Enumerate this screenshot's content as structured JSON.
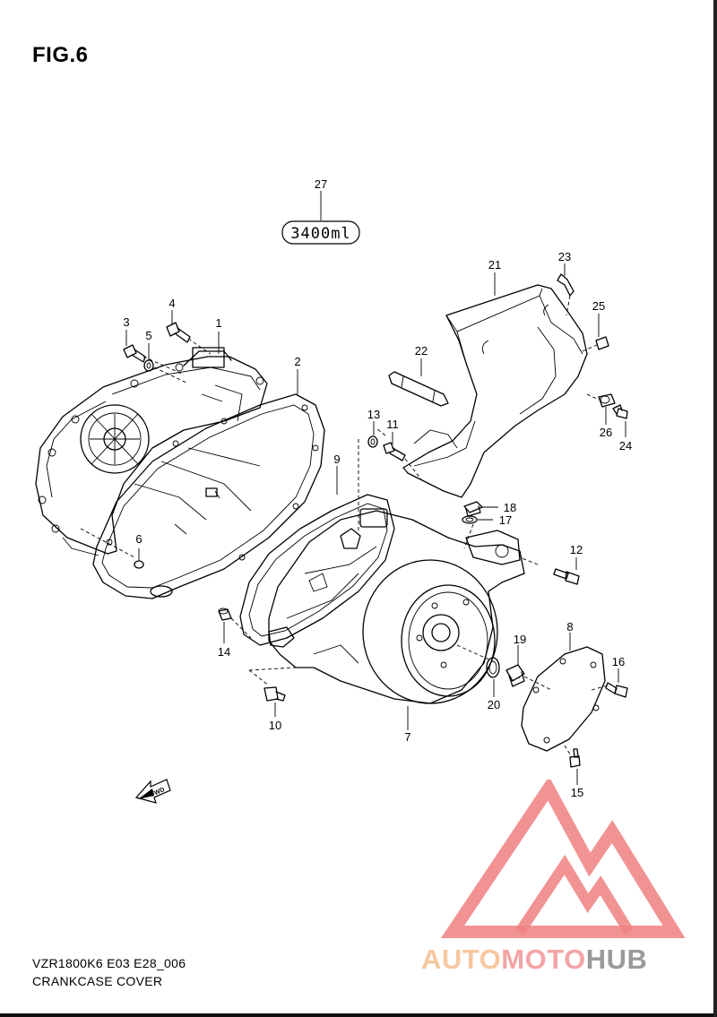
{
  "figure": {
    "title": "FIG.6",
    "model_code": "VZR1800K6 E03 E28_006",
    "section_name": "CRANKCASE COVER"
  },
  "oil_capacity_label": "3400ml",
  "forward_arrow_label": "FWD",
  "callouts": [
    "1",
    "2",
    "3",
    "4",
    "5",
    "6",
    "7",
    "8",
    "9",
    "10",
    "11",
    "12",
    "13",
    "14",
    "15",
    "16",
    "17",
    "18",
    "19",
    "20",
    "21",
    "22",
    "23",
    "24",
    "25",
    "26",
    "27"
  ],
  "watermark": {
    "text_part1": "AUTO",
    "text_part2": "MOTO",
    "text_part3": "HUB",
    "colors": {
      "auto": "#f6c7a0",
      "moto": "#f3a4a6",
      "hub": "#9a9a9a",
      "logo": "#f08080"
    }
  }
}
